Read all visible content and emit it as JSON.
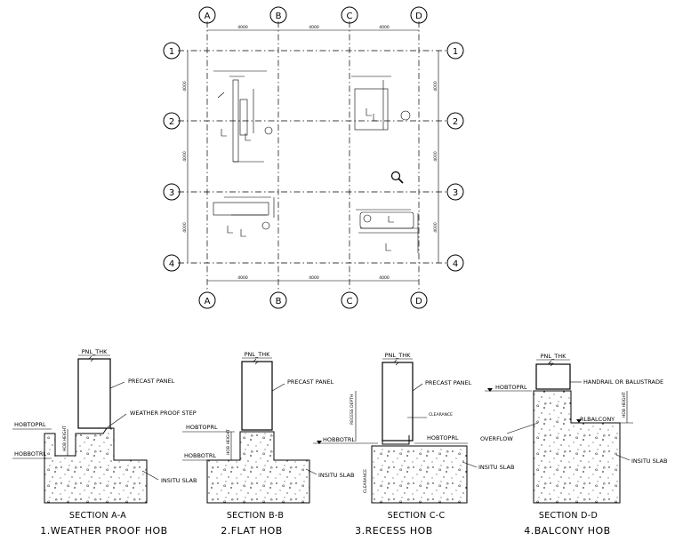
{
  "plan": {
    "grid_columns": [
      "A",
      "B",
      "C",
      "D"
    ],
    "grid_rows": [
      "1",
      "2",
      "3",
      "4"
    ],
    "spacing_label": "4000",
    "icons": [
      "search-icon"
    ]
  },
  "sections": [
    {
      "title": "SECTION A-A",
      "caption": "1.WEATHER PROOF HOB",
      "labels": {
        "pnl": "PNL_THK",
        "panel": "PRECAST PANEL",
        "step": "WEATHER PROOF STEP",
        "hobtop": "HOBTOPRL",
        "hobbot": "HOBBOTRL",
        "height": "HOB HEIGHT",
        "slab": "INSITU SLAB"
      }
    },
    {
      "title": "SECTION B-B",
      "caption": "2.FLAT HOB",
      "labels": {
        "pnl": "PNL_THK",
        "panel": "PRECAST PANEL",
        "hobtop": "HOBTOPRL",
        "hobbot": "HOBBOTRL",
        "height": "HOB HEIGHT",
        "slab": "INSITU SLAB"
      }
    },
    {
      "title": "SECTION C-C",
      "caption": "3.RECESS HOB",
      "labels": {
        "pnl": "PNL_THK",
        "panel": "PRECAST PANEL",
        "depth": "RECESS DEPTH",
        "clearance_top": "CLEARANCE",
        "clearance_side": "CLEARANCE",
        "hobbot": "HOBBOTRL",
        "hobtop": "HOBTOPRL",
        "slab": "INSITU SLAB"
      }
    },
    {
      "title": "SECTION D-D",
      "caption": "4.BALCONY HOB",
      "labels": {
        "pnl": "PNL_THK",
        "handrail": "HANDRAIL OR BALUSTRADE",
        "hobtop": "HOBTOPRL",
        "height": "HOB HEIGHT",
        "rl": "RLBALCONY",
        "overflow": "OVERFLOW",
        "slab": "INSITU SLAB"
      }
    }
  ]
}
